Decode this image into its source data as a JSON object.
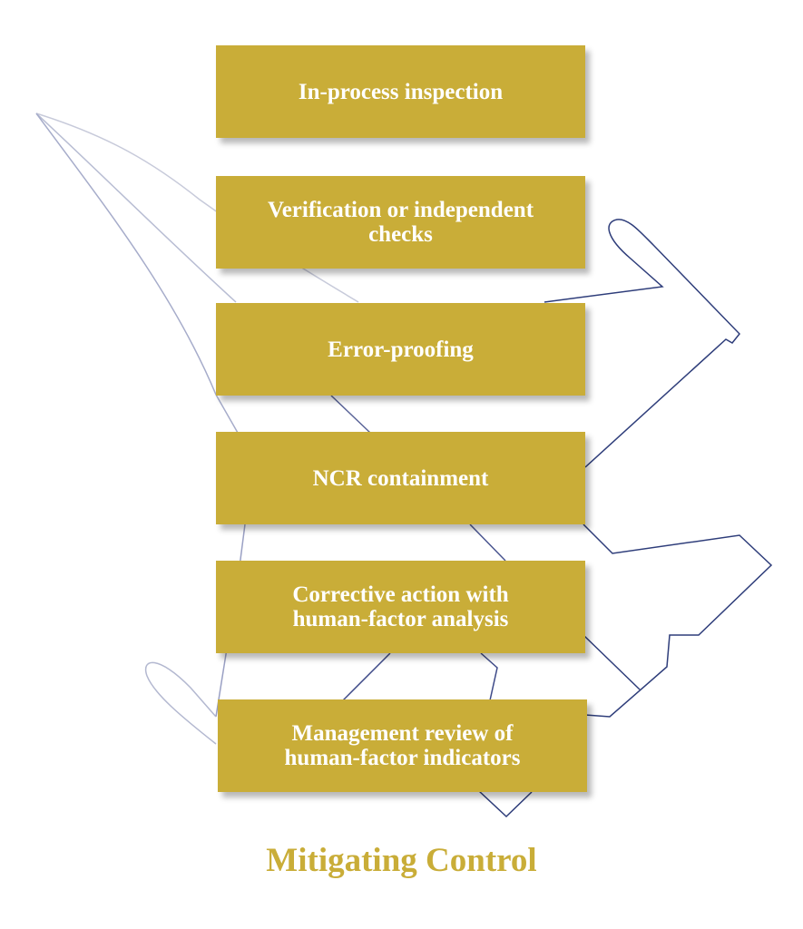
{
  "controls": [
    {
      "label": "In-process inspection"
    },
    {
      "label": "Verification or independent checks"
    },
    {
      "label": "Error-proofing"
    },
    {
      "label": "NCR containment"
    },
    {
      "label": "Corrective action with human-factor analysis"
    },
    {
      "label": "Management review of human-factor indicators"
    }
  ],
  "caption": "Mitigating Control",
  "colors": {
    "box": "#c9ad38",
    "caption": "#c9ad38",
    "outline": "#2e3d7a"
  }
}
